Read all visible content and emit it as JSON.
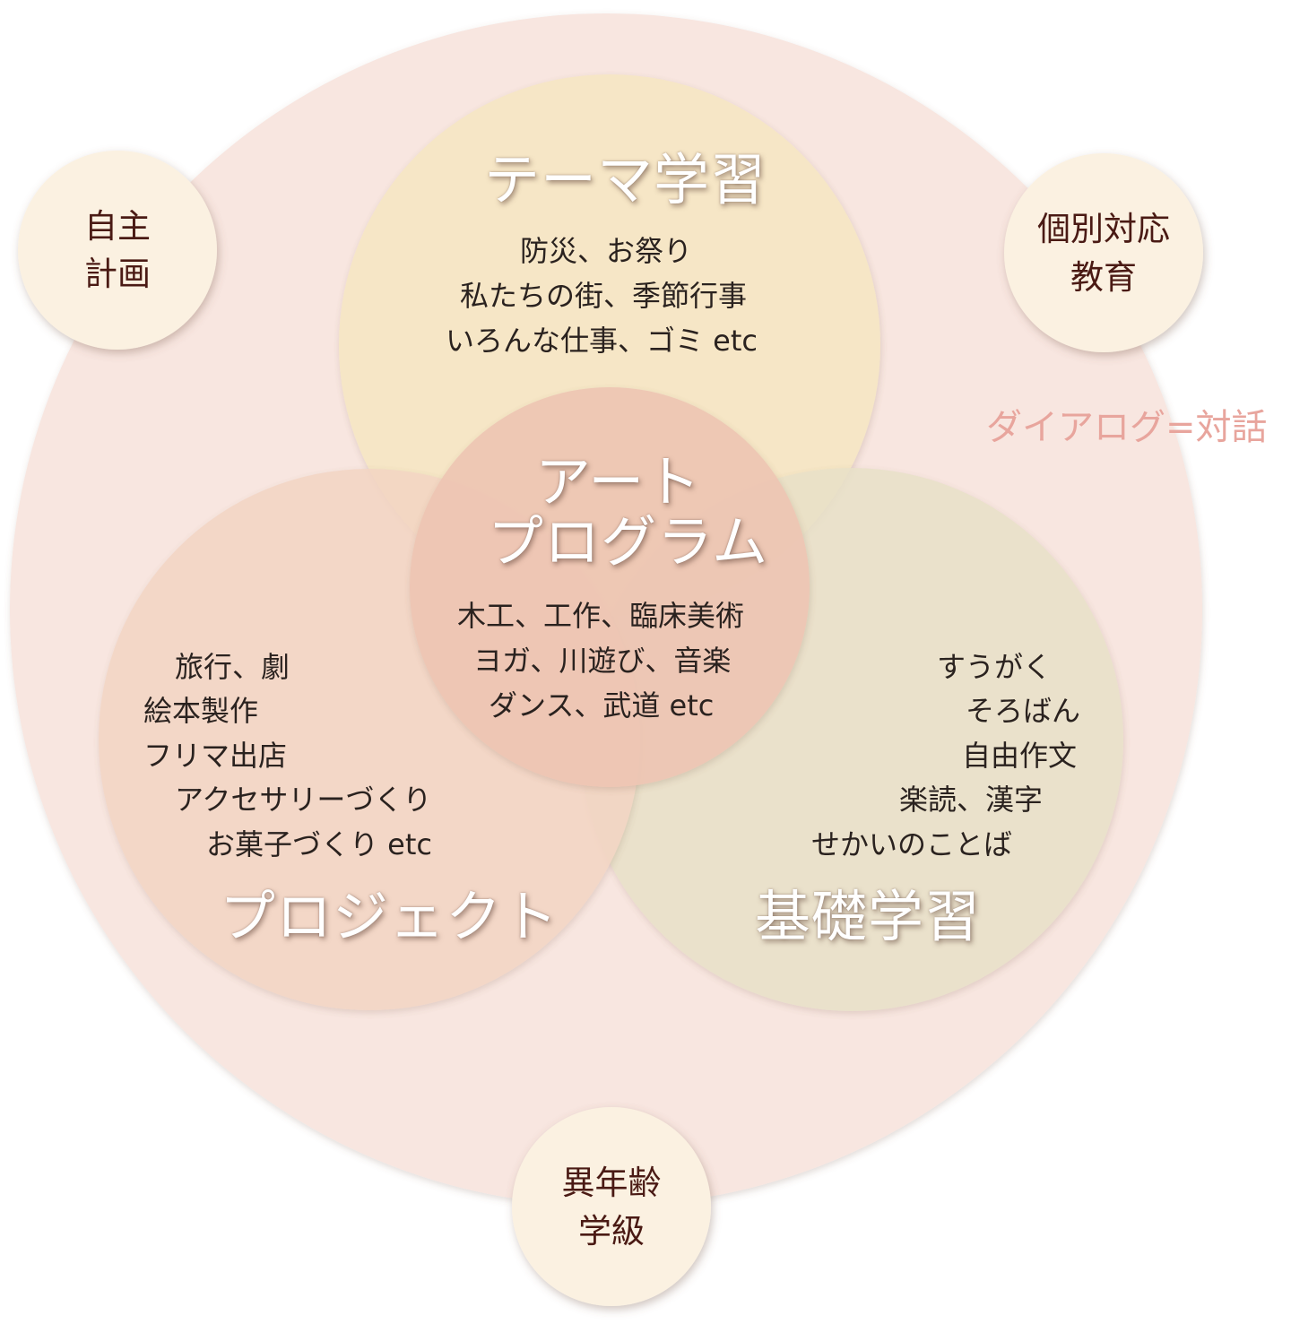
{
  "colors": {
    "outer_circle": "#f8e6e0",
    "theme_circle": "#f6e7c4",
    "project_circle": "#f3d5c3",
    "basic_circle": "#e8e1c8",
    "art_circle": "#eec5b3",
    "small_circle": "#fbf1e1",
    "title_text": "#ffffff",
    "body_text": "#2a221f",
    "small_circle_text": "#4a1a14",
    "dialog_text": "#e8a59d"
  },
  "theme": {
    "title": "テーマ学習",
    "items": [
      "防災、お祭り",
      "私たちの街、季節行事",
      "いろんな仕事、ゴミ etc"
    ]
  },
  "art": {
    "title_lines": [
      "アート",
      "プログラム"
    ],
    "items": [
      "木工、工作、臨床美術",
      "ヨガ、川遊び、音楽",
      "ダンス、武道 etc"
    ]
  },
  "project": {
    "title": "プロジェクト",
    "items": [
      "旅行、劇",
      "絵本製作",
      "フリマ出店",
      "アクセサリーづくり",
      "お菓子づくり etc"
    ]
  },
  "basic": {
    "title": "基礎学習",
    "items": [
      "すうがく",
      "そろばん",
      "自由作文",
      "楽読、漢字",
      "せかいのことば"
    ]
  },
  "corner_circles": {
    "self_plan": [
      "自主",
      "計画"
    ],
    "individual": [
      "個別対応",
      "教育"
    ],
    "mixed_age": [
      "異年齢",
      "学級"
    ]
  },
  "dialogue_label": "ダイアログ=対話"
}
